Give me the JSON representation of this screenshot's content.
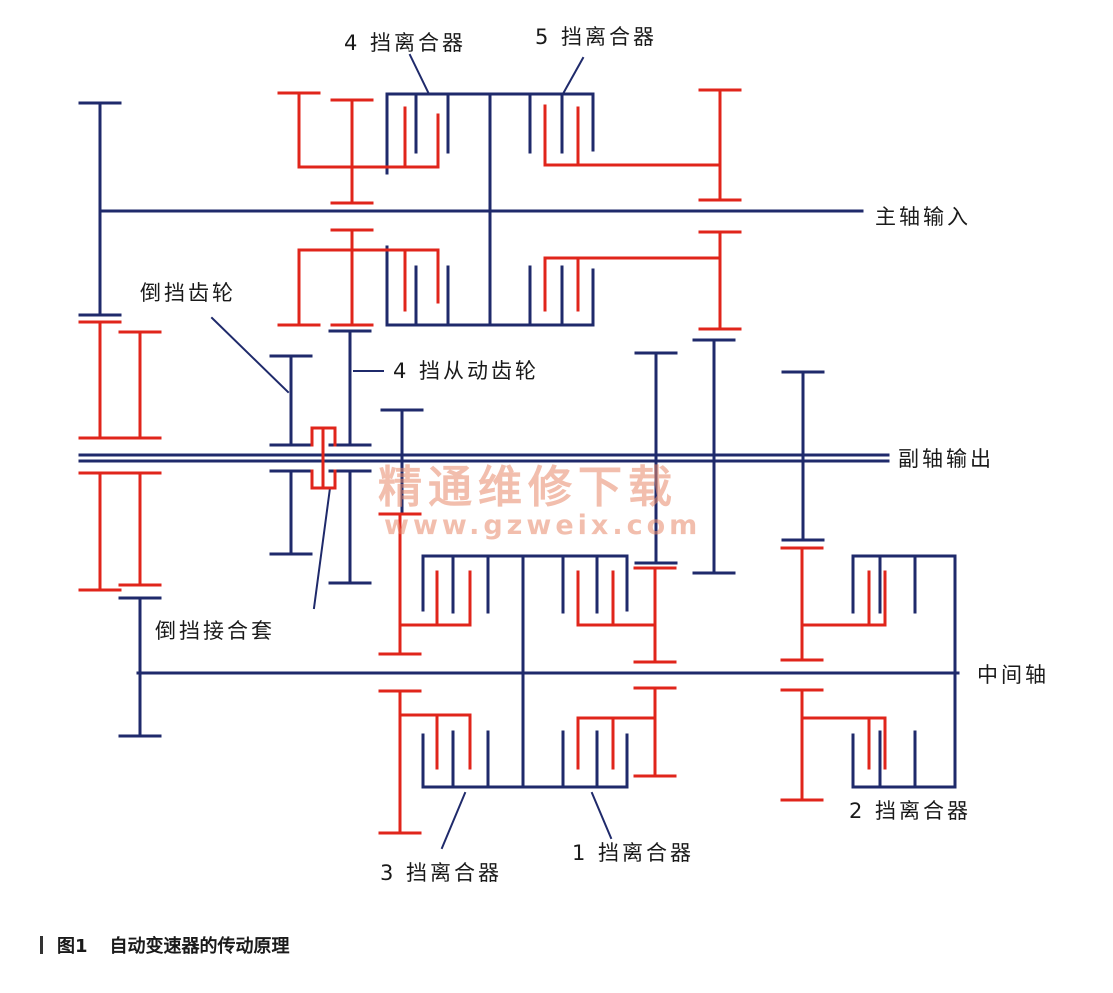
{
  "colors": {
    "shaft": "#1f2a6b",
    "driven": "#e0251b",
    "watermark": "#e8896a",
    "text": "#1a1a1a"
  },
  "labels": {
    "clutch4": "4 挡离合器",
    "clutch5": "5 挡离合器",
    "main_input": "主轴输入",
    "reverse_gear": "倒挡齿轮",
    "gear4_driven": "4 挡从动齿轮",
    "counter_output": "副轴输出",
    "reverse_sleeve": "倒挡接合套",
    "intermediate": "中间轴",
    "clutch2": "2 挡离合器",
    "clutch1": "1 挡离合器",
    "clutch3": "3 挡离合器"
  },
  "watermark": {
    "title": "精通维修下载",
    "url": "www.gzweix.com"
  },
  "caption": {
    "number": "图1",
    "text": "自动变速器的传动原理"
  }
}
